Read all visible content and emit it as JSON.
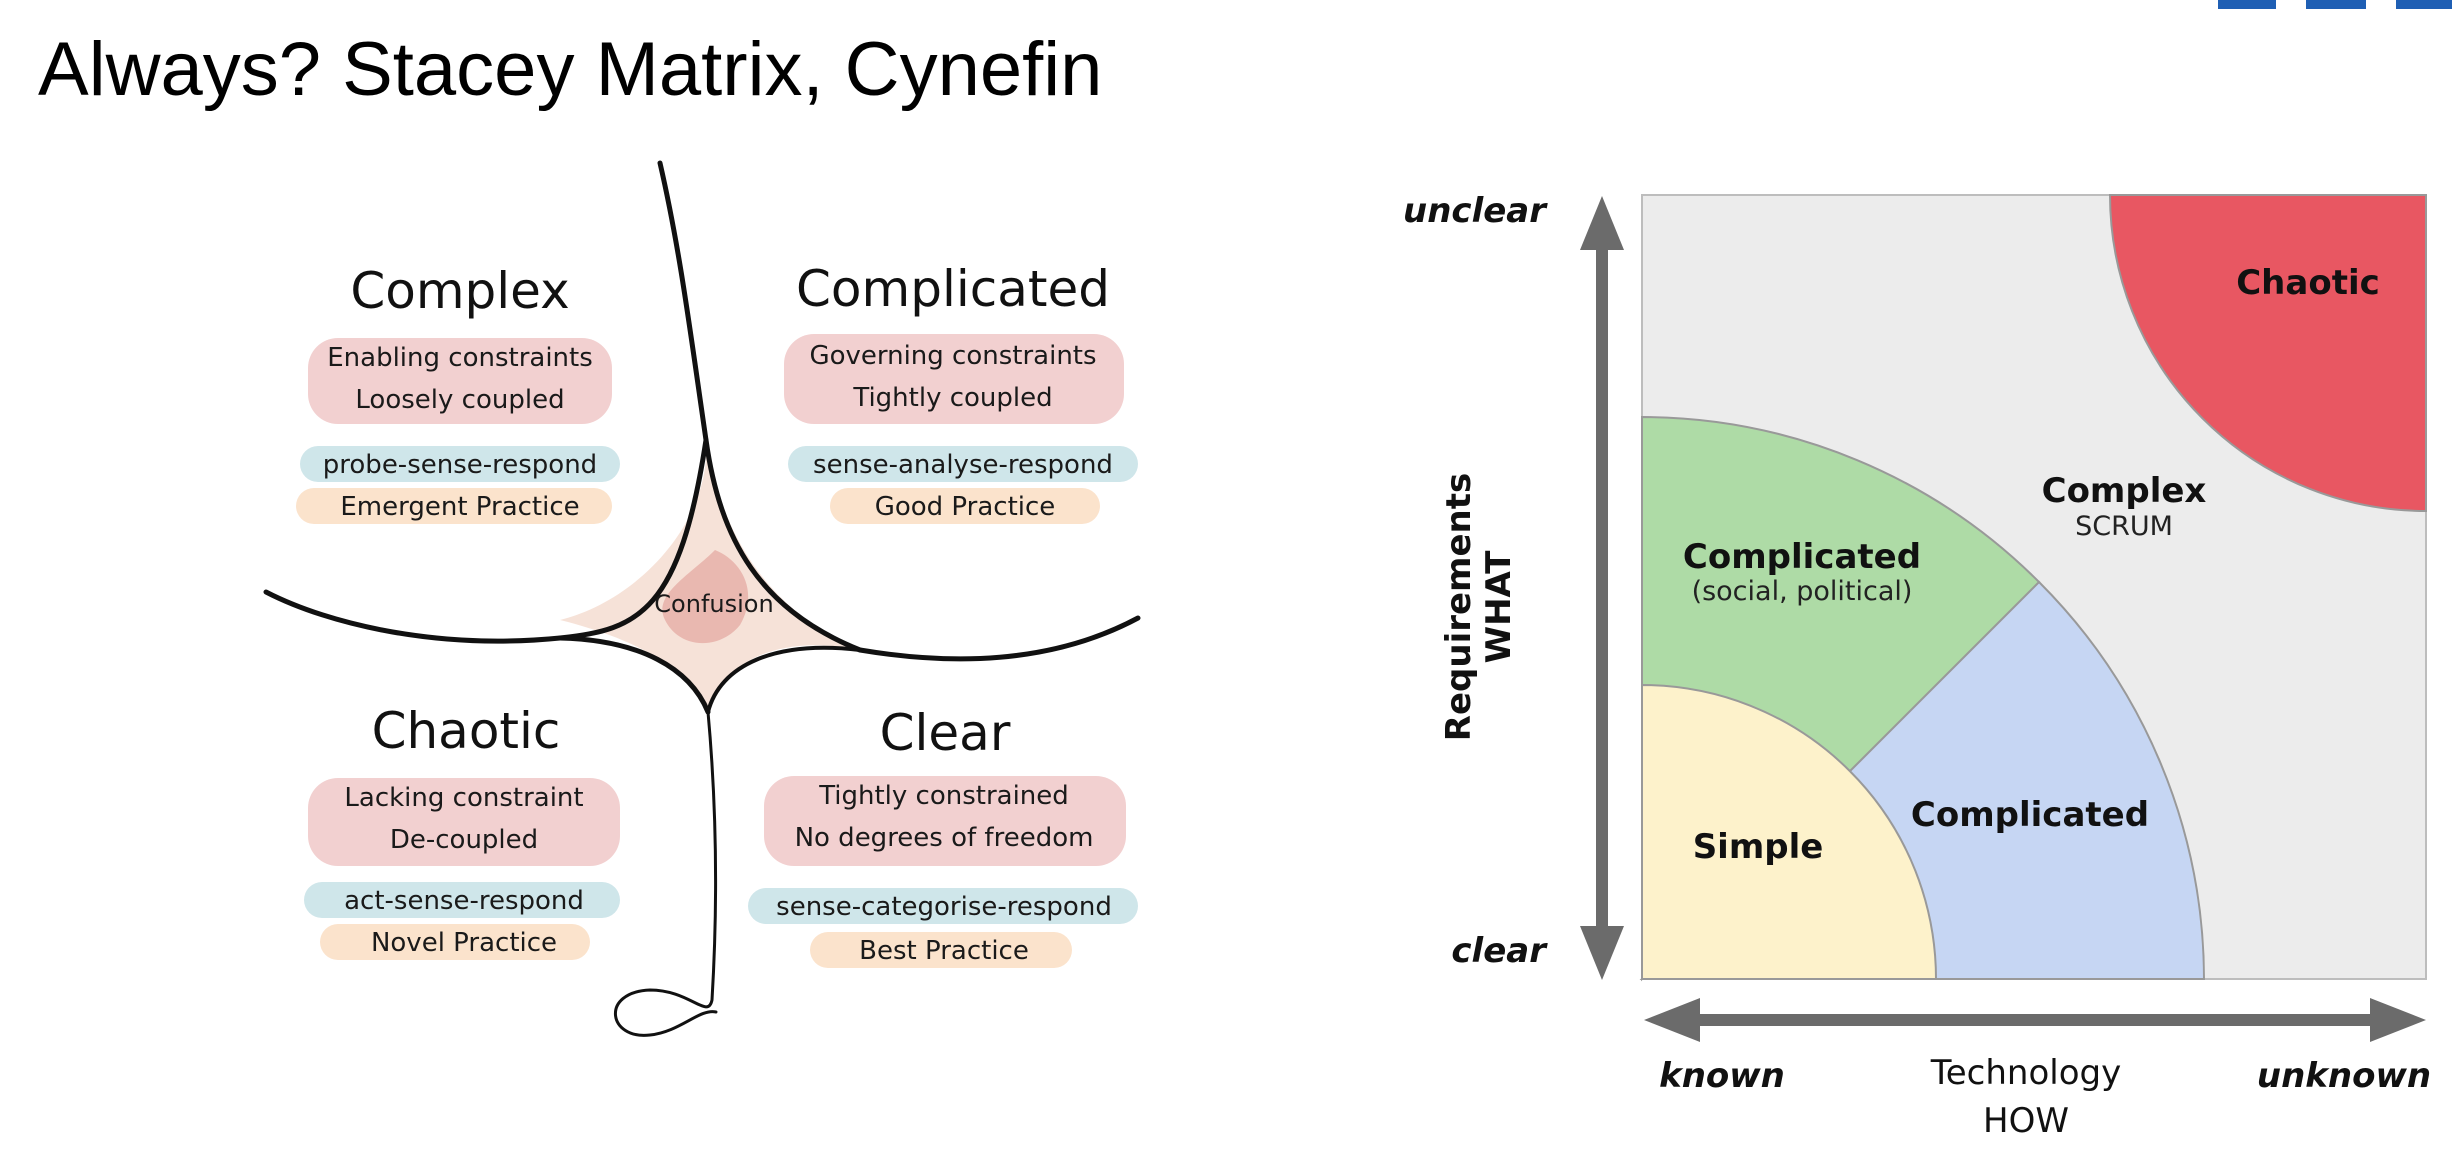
{
  "title": "Always? Stacey Matrix, Cynefin",
  "logo": {
    "color": "#1f5fb4"
  },
  "cynefin": {
    "complex": {
      "title": "Complex",
      "constraint1": "Enabling constraints",
      "constraint2": "Loosely coupled",
      "approach": "probe-sense-respond",
      "practice": "Emergent Practice"
    },
    "complicated": {
      "title": "Complicated",
      "constraint1": "Governing constraints",
      "constraint2": "Tightly coupled",
      "approach": "sense-analyse-respond",
      "practice": "Good Practice"
    },
    "chaotic": {
      "title": "Chaotic",
      "constraint1": "Lacking constraint",
      "constraint2": "De-coupled",
      "approach": "act-sense-respond",
      "practice": "Novel Practice"
    },
    "clear": {
      "title": "Clear",
      "constraint1": "Tightly constrained",
      "constraint2": "No degrees of freedom",
      "approach": "sense-categorise-respond",
      "practice": "Best Practice"
    },
    "center": "Confusion",
    "colors": {
      "constraint": "#f2d0d0",
      "approach": "#cfe6ea",
      "practice": "#fbe3cc",
      "confusion": "#f6e0d6"
    }
  },
  "stacey": {
    "y_axis": {
      "top": "unclear",
      "bottom": "clear",
      "label1": "Requirements",
      "label2": "WHAT"
    },
    "x_axis": {
      "left": "known",
      "right": "unknown",
      "label1": "Technology",
      "label2": "HOW"
    },
    "regions": {
      "simple": "Simple",
      "complicated_social": "Complicated",
      "complicated_social_sub": "(social, political)",
      "complicated_tech": "Complicated",
      "complex": "Complex",
      "complex_sub": "SCRUM",
      "chaotic": "Chaotic"
    },
    "colors": {
      "background": "#ececec",
      "simple": "#fdf2cb",
      "complicated_social": "#aedba6",
      "complicated_tech": "#c6d6f3",
      "chaotic": "#e85762",
      "axis": "#6b6b6b"
    }
  }
}
